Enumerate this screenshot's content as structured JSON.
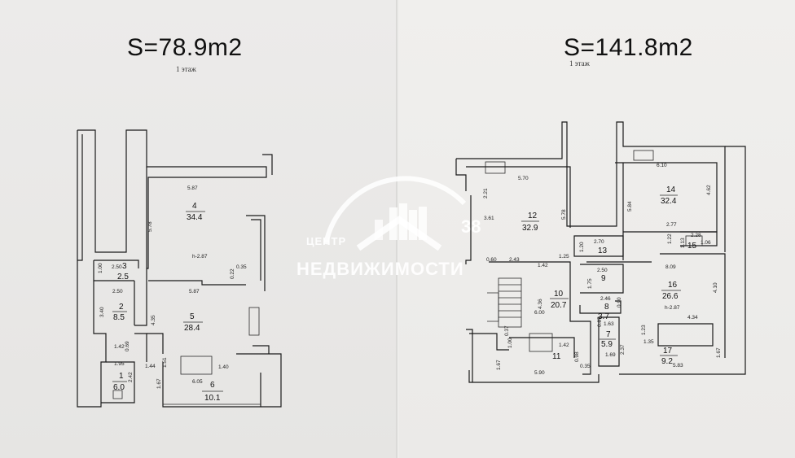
{
  "left_plan": {
    "area_title": "S=78.9m2",
    "floor_label": "1 этаж",
    "rooms": [
      {
        "num": "1",
        "area": "6.0"
      },
      {
        "num": "2",
        "area": "8.5"
      },
      {
        "num": "3",
        "area": "2.5"
      },
      {
        "num": "4",
        "area": "34.4"
      },
      {
        "num": "5",
        "area": "28.4"
      },
      {
        "num": "6",
        "area": "10.1"
      }
    ],
    "dims": [
      "5.87",
      "5.78",
      "h-2.87",
      "0.35",
      "0.22",
      "5.87",
      "2.50",
      "1.00",
      "2.50",
      "3.40",
      "4.35",
      "1.42",
      "0.69",
      "1.95",
      "1.44",
      "1.51",
      "6.05",
      "1.40",
      "1.67",
      "2.42"
    ]
  },
  "right_plan": {
    "area_title": "S=141.8m2",
    "floor_label": "1 этаж",
    "rooms": [
      {
        "num": "7",
        "area": "5.9"
      },
      {
        "num": "8",
        "area": "3.7"
      },
      {
        "num": "9",
        "area": ""
      },
      {
        "num": "10",
        "area": "20.7"
      },
      {
        "num": "11",
        "area": ""
      },
      {
        "num": "12",
        "area": "32.9"
      },
      {
        "num": "13",
        "area": ""
      },
      {
        "num": "14",
        "area": "32.4"
      },
      {
        "num": "15",
        "area": ""
      },
      {
        "num": "16",
        "area": "26.6"
      },
      {
        "num": "17",
        "area": "9.2"
      }
    ],
    "dims": [
      "5.70",
      "6.10",
      "2.21",
      "3.61",
      "5.78",
      "4.62",
      "5.84",
      "2.77",
      "2.28",
      "1.22",
      "1.13",
      "1.06",
      "2.70",
      "1.20",
      "2.43",
      "0.60",
      "1.42",
      "1.25",
      "8.09",
      "2.50",
      "1.75",
      "4.36",
      "6.00",
      "2.46",
      "0.90",
      "4.10",
      "h-2.87",
      "4.34",
      "1.63",
      "0.87",
      "1.35",
      "1.23",
      "1.42",
      "0.37",
      "1.00",
      "0.98",
      "2.37",
      "1.69",
      "5.90",
      "1.67",
      "0.35",
      "5.83",
      "1.67"
    ]
  },
  "watermark": {
    "line1": "ЦЕНТР",
    "line2": "НЕДВИЖИМОСТИ",
    "number": "38"
  }
}
